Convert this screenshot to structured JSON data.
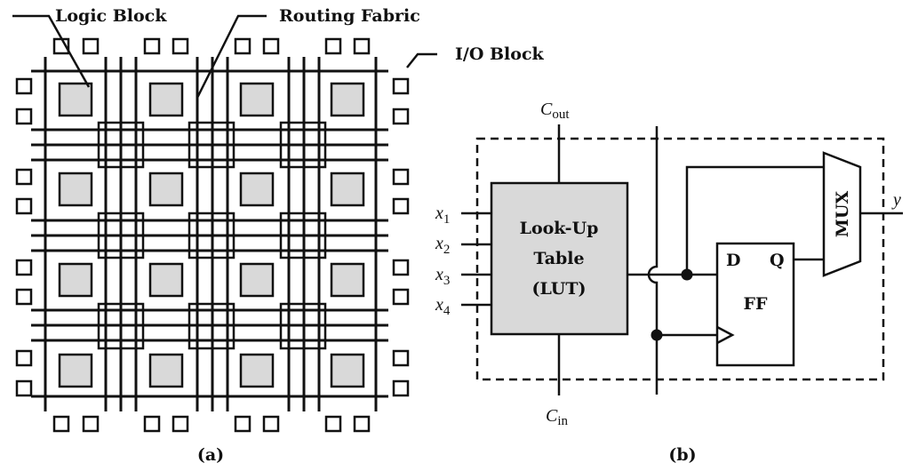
{
  "panel_a": {
    "caption": "(a)",
    "labels": {
      "logic_block": "Logic Block",
      "routing_fabric": "Routing Fabric",
      "io_block": "I/O Block"
    }
  },
  "panel_b": {
    "caption": "(b)",
    "lut": {
      "line1": "Look-Up",
      "line2": "Table",
      "line3": "(LUT)"
    },
    "ff": {
      "name": "FF",
      "d": "D",
      "q": "Q"
    },
    "mux": "MUX",
    "output": "y",
    "inputs": [
      {
        "base": "x",
        "sub": "1"
      },
      {
        "base": "x",
        "sub": "2"
      },
      {
        "base": "x",
        "sub": "3"
      },
      {
        "base": "x",
        "sub": "4"
      }
    ],
    "cout": {
      "base": "C",
      "sub": "out"
    },
    "cin": {
      "base": "C",
      "sub": "in"
    }
  },
  "colors": {
    "line": "#111111",
    "block_fill": "#d9d9d9",
    "background": "#ffffff"
  }
}
